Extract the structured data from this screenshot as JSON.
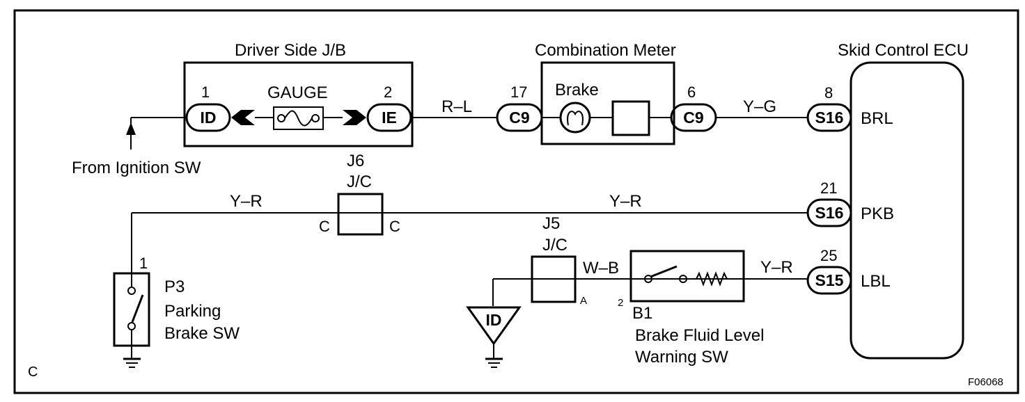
{
  "border": {
    "corner_letter": "C",
    "figure_code": "F06068"
  },
  "jb": {
    "title": "Driver Side J/B",
    "pin_left": "1",
    "pin_right": "2",
    "conn_left": "ID",
    "conn_right": "IE",
    "fuse": "GAUGE"
  },
  "ign": {
    "label": "From Ignition SW"
  },
  "meter": {
    "title": "Combination Meter",
    "pin_left": "17",
    "pin_right": "6",
    "conn_left": "C9",
    "conn_right": "C9",
    "indicator": "Brake"
  },
  "ecu": {
    "title": "Skid Control ECU",
    "terminals": [
      {
        "pin": "8",
        "conn": "S16",
        "name": "BRL"
      },
      {
        "pin": "21",
        "conn": "S16",
        "name": "PKB"
      },
      {
        "pin": "25",
        "conn": "S15",
        "name": "LBL"
      }
    ]
  },
  "wires": {
    "rl": "R–L",
    "yg": "Y–G",
    "yr_left": "Y–R",
    "yr_mid": "Y–R",
    "wb": "W–B",
    "yr_lbl": "Y–R"
  },
  "j6": {
    "id": "J6",
    "type": "J/C",
    "pin_left": "C",
    "pin_right": "C"
  },
  "j5": {
    "id": "J5",
    "type": "J/C",
    "pin": "A"
  },
  "p3": {
    "pin": "1",
    "code": "P3",
    "line1": "Parking",
    "line2": "Brake SW"
  },
  "b1": {
    "pin": "2",
    "code": "B1",
    "line1": "Brake Fluid Level",
    "line2": "Warning SW"
  },
  "ground_conn": {
    "label": "ID"
  }
}
